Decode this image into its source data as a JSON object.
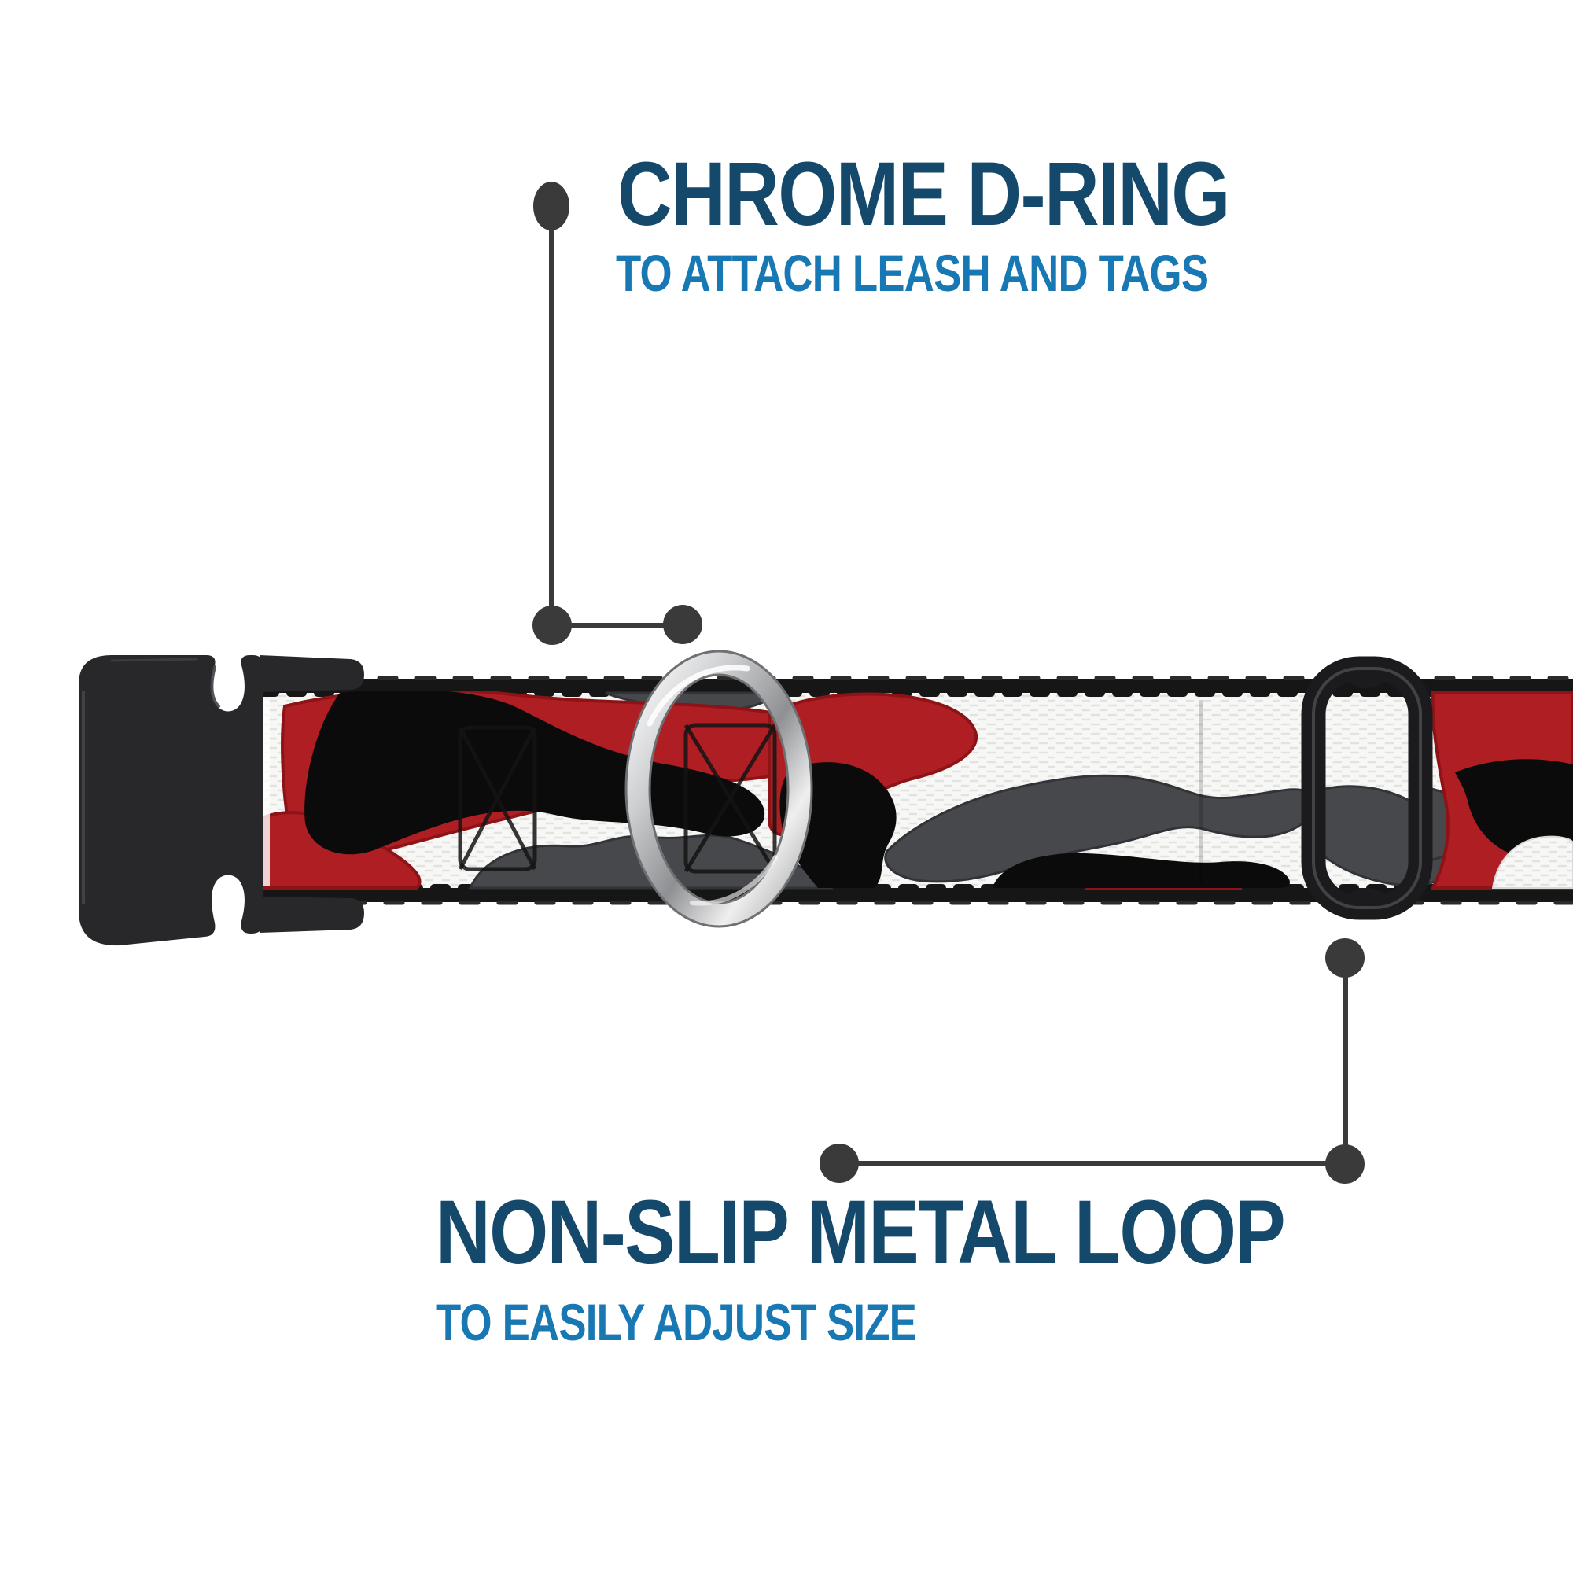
{
  "colors": {
    "title": "#15496B",
    "subtitle": "#1878B4",
    "connector": "#3A3A3A",
    "camo_red": "#AF1E23",
    "camo_red_edge": "#8E1317",
    "camo_black": "#0B0B0B",
    "camo_gray": "#47484C",
    "camo_gray_edge": "#323338",
    "webbing_white": "#F7F7F6",
    "weave": "#E2E2DF",
    "trim_black": "#161616",
    "buckle_black": "#28282B",
    "buckle_highlight": "#454549",
    "slider_black": "#1B1B1D",
    "slider_highlight": "#4C4C50",
    "chrome_edge": "#6F7073"
  },
  "annotations": {
    "dring": {
      "title": "CHROME D-RING",
      "subtitle": "TO ATTACH LEASH AND TAGS"
    },
    "loop": {
      "title": "NON-SLIP METAL LOOP",
      "subtitle": "TO EASILY ADJUST SIZE"
    }
  },
  "product": {
    "pattern": "red, black, gray and white camouflage webbing",
    "parts": {
      "buckle": "black plastic side-release buckle",
      "d_ring": "chrome D-ring",
      "slider": "black non-slip metal loop adjuster"
    }
  }
}
